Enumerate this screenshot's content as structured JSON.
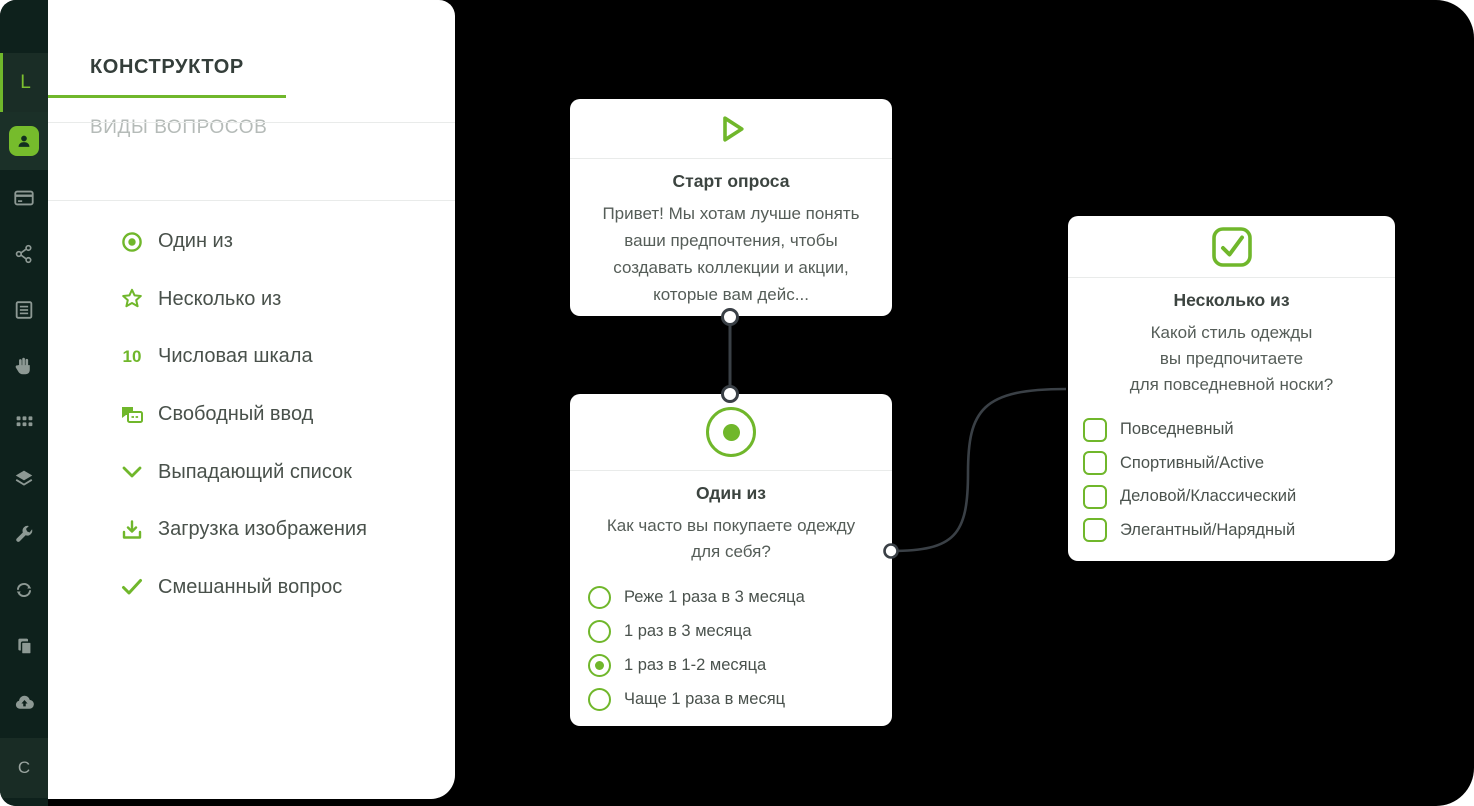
{
  "colors": {
    "accent_green": "#70b72b",
    "rail_background": "#0e211c",
    "canvas_background": "#000000",
    "connector": "#3a4046",
    "panel_background": "#ffffff"
  },
  "rail": {
    "logo": "L",
    "bottom_label": "C",
    "items": [
      "user-avatar",
      "credit-card",
      "share-nodes",
      "document-list",
      "hand",
      "grid-apps",
      "layers",
      "wrench",
      "sync",
      "copy-pages",
      "cloud-upload"
    ]
  },
  "panel": {
    "title": "КОНСТРУКТОР",
    "section_title": "ВИДЫ ВОПРОСОВ",
    "items": [
      {
        "icon": "radio-icon",
        "label": "Один из"
      },
      {
        "icon": "star-icon",
        "label": "Несколько из"
      },
      {
        "icon": "number-10-badge",
        "label": "Числовая шкала",
        "badge": "10"
      },
      {
        "icon": "chat-bubbles-icon",
        "label": "Свободный ввод"
      },
      {
        "icon": "chevron-down-icon",
        "label": "Выпадающий список"
      },
      {
        "icon": "download-icon",
        "label": "Загрузка изображения"
      },
      {
        "icon": "check-icon",
        "label": "Смешанный вопрос"
      }
    ]
  },
  "flow": {
    "start_node": {
      "icon": "play-icon",
      "title": "Старт опроса",
      "text": "Привет! Мы хотам лучше понять\nваши предпочтения, чтобы\nсоздавать коллекции и акции,\nкоторые вам дейс..."
    },
    "single_choice_node": {
      "icon": "radio-icon",
      "title": "Один из",
      "question": "Как часто вы покупаете одежду\nдля себя?",
      "options": [
        {
          "label": "Реже 1 раза в 3 месяца",
          "selected": false
        },
        {
          "label": "1 раз в 3 месяца",
          "selected": false
        },
        {
          "label": "1 раз в 1-2 месяца",
          "selected": true
        },
        {
          "label": "Чаще 1 раза в месяц",
          "selected": false
        }
      ]
    },
    "multi_choice_node": {
      "icon": "checkbox-icon",
      "title": "Несколько из",
      "question": "Какой стиль одежды\nвы предпочитаете\nдля повседневной носки?",
      "options": [
        {
          "label": "Повседневный",
          "checked": false
        },
        {
          "label": "Спортивный/Active",
          "checked": false
        },
        {
          "label": "Деловой/Классический",
          "checked": false
        },
        {
          "label": "Элегантный/Нарядный",
          "checked": false
        }
      ]
    }
  }
}
